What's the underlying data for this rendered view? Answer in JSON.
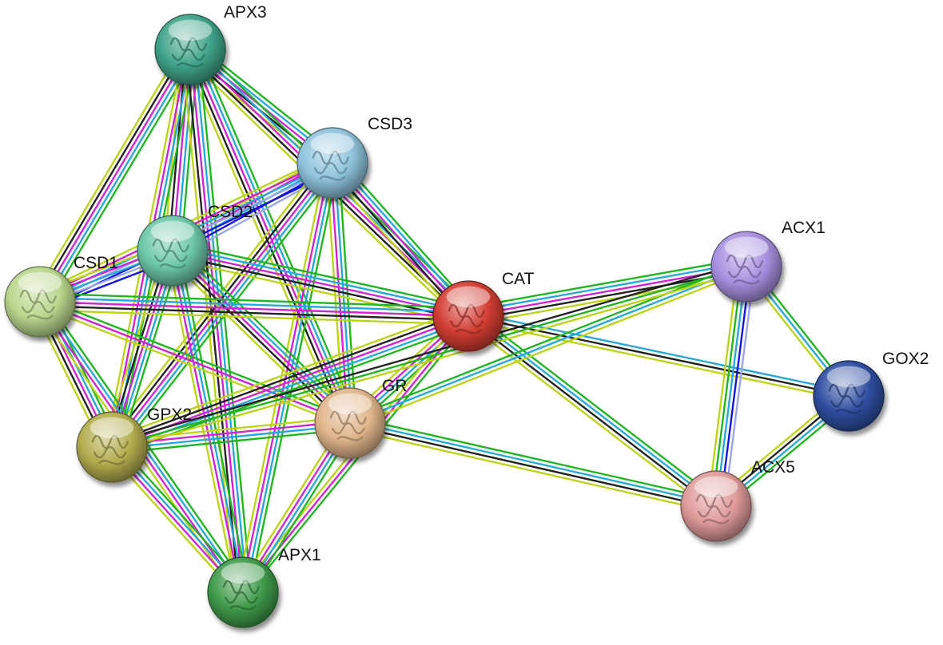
{
  "nodes": [
    {
      "id": "APX3",
      "label": "APX3",
      "color": "#3fa389"
    },
    {
      "id": "CSD3",
      "label": "CSD3",
      "color": "#8ec3dc"
    },
    {
      "id": "CSD2",
      "label": "CSD2",
      "color": "#6cc7a8"
    },
    {
      "id": "CSD1",
      "label": "CSD1",
      "color": "#b9d68c"
    },
    {
      "id": "CAT",
      "label": "CAT",
      "color": "#d23d32"
    },
    {
      "id": "ACX1",
      "label": "ACX1",
      "color": "#a890e0"
    },
    {
      "id": "GOX2",
      "label": "GOX2",
      "color": "#2f4ea0"
    },
    {
      "id": "GR",
      "label": "GR",
      "color": "#e0b58a"
    },
    {
      "id": "GPX2",
      "label": "GPX2",
      "color": "#b3ad4e"
    },
    {
      "id": "ACX5",
      "label": "ACX5",
      "color": "#df9a9a"
    },
    {
      "id": "APX1",
      "label": "APX1",
      "color": "#3f9a4a"
    }
  ],
  "edge_colors": {
    "green": "#22b522",
    "blue": "#1515e0",
    "lightblue": "#9aa6e8",
    "cyan": "#27a8d8",
    "magenta": "#d224d2",
    "black": "#222222",
    "yellow": "#bcd317"
  },
  "edges": [
    {
      "source": "APX3",
      "target": "CSD3",
      "channels": [
        "green",
        "cyan",
        "magenta",
        "black",
        "yellow"
      ]
    },
    {
      "source": "APX3",
      "target": "CSD2",
      "channels": [
        "green",
        "cyan",
        "magenta",
        "black",
        "yellow"
      ]
    },
    {
      "source": "APX3",
      "target": "CSD1",
      "channels": [
        "green",
        "cyan",
        "magenta",
        "black",
        "yellow"
      ]
    },
    {
      "source": "APX3",
      "target": "CAT",
      "channels": [
        "green",
        "cyan",
        "magenta",
        "black",
        "yellow"
      ]
    },
    {
      "source": "APX3",
      "target": "GR",
      "channels": [
        "green",
        "cyan",
        "magenta",
        "black",
        "yellow"
      ]
    },
    {
      "source": "APX3",
      "target": "GPX2",
      "channels": [
        "green",
        "cyan",
        "magenta",
        "yellow"
      ]
    },
    {
      "source": "APX3",
      "target": "APX1",
      "channels": [
        "green",
        "cyan",
        "magenta",
        "black",
        "yellow"
      ]
    },
    {
      "source": "CSD3",
      "target": "CSD2",
      "channels": [
        "lightblue",
        "blue",
        "cyan",
        "magenta",
        "yellow"
      ]
    },
    {
      "source": "CSD3",
      "target": "CSD1",
      "channels": [
        "blue",
        "lightblue",
        "cyan",
        "magenta",
        "yellow"
      ]
    },
    {
      "source": "CSD3",
      "target": "CAT",
      "channels": [
        "green",
        "cyan",
        "magenta",
        "black",
        "yellow"
      ]
    },
    {
      "source": "CSD3",
      "target": "GR",
      "channels": [
        "green",
        "cyan",
        "magenta",
        "yellow"
      ]
    },
    {
      "source": "CSD3",
      "target": "GPX2",
      "channels": [
        "green",
        "cyan",
        "magenta",
        "black",
        "yellow"
      ]
    },
    {
      "source": "CSD3",
      "target": "APX1",
      "channels": [
        "green",
        "cyan",
        "magenta",
        "yellow"
      ]
    },
    {
      "source": "CSD2",
      "target": "CSD1",
      "channels": [
        "blue",
        "lightblue",
        "cyan",
        "magenta",
        "yellow"
      ]
    },
    {
      "source": "CSD2",
      "target": "CAT",
      "channels": [
        "green",
        "cyan",
        "magenta",
        "black",
        "yellow"
      ]
    },
    {
      "source": "CSD2",
      "target": "GR",
      "channels": [
        "green",
        "cyan",
        "magenta",
        "black",
        "yellow"
      ]
    },
    {
      "source": "CSD2",
      "target": "GPX2",
      "channels": [
        "green",
        "cyan",
        "magenta",
        "black",
        "yellow"
      ]
    },
    {
      "source": "CSD2",
      "target": "APX1",
      "channels": [
        "green",
        "cyan",
        "magenta",
        "yellow"
      ]
    },
    {
      "source": "CSD1",
      "target": "CAT",
      "channels": [
        "green",
        "cyan",
        "magenta",
        "black",
        "yellow"
      ]
    },
    {
      "source": "CSD1",
      "target": "GR",
      "channels": [
        "green",
        "magenta",
        "yellow"
      ]
    },
    {
      "source": "CSD1",
      "target": "GPX2",
      "channels": [
        "green",
        "cyan",
        "magenta",
        "black",
        "yellow"
      ]
    },
    {
      "source": "CSD1",
      "target": "APX1",
      "channels": [
        "green",
        "cyan",
        "magenta",
        "yellow"
      ]
    },
    {
      "source": "CAT",
      "target": "GR",
      "channels": [
        "green",
        "cyan",
        "magenta",
        "yellow"
      ]
    },
    {
      "source": "CAT",
      "target": "GPX2",
      "channels": [
        "green",
        "cyan",
        "magenta",
        "black",
        "yellow"
      ]
    },
    {
      "source": "CAT",
      "target": "APX1",
      "channels": [
        "green",
        "magenta",
        "yellow"
      ]
    },
    {
      "source": "CAT",
      "target": "ACX1",
      "channels": [
        "green",
        "cyan",
        "magenta",
        "black",
        "yellow"
      ]
    },
    {
      "source": "CAT",
      "target": "GOX2",
      "channels": [
        "cyan",
        "black",
        "yellow"
      ]
    },
    {
      "source": "CAT",
      "target": "ACX5",
      "channels": [
        "green",
        "cyan",
        "black",
        "yellow"
      ]
    },
    {
      "source": "GR",
      "target": "GPX2",
      "channels": [
        "green",
        "cyan",
        "magenta",
        "yellow"
      ]
    },
    {
      "source": "GR",
      "target": "APX1",
      "channels": [
        "green",
        "cyan",
        "magenta",
        "yellow"
      ]
    },
    {
      "source": "GR",
      "target": "ACX1",
      "channels": [
        "green",
        "cyan",
        "yellow"
      ]
    },
    {
      "source": "GR",
      "target": "ACX5",
      "channels": [
        "green",
        "cyan",
        "black",
        "yellow"
      ]
    },
    {
      "source": "GPX2",
      "target": "APX1",
      "channels": [
        "green",
        "cyan",
        "magenta",
        "yellow"
      ]
    },
    {
      "source": "GPX2",
      "target": "ACX1",
      "channels": [
        "black",
        "green",
        "yellow"
      ]
    },
    {
      "source": "ACX1",
      "target": "GOX2",
      "channels": [
        "green",
        "cyan",
        "yellow"
      ]
    },
    {
      "source": "ACX1",
      "target": "ACX5",
      "channels": [
        "lightblue",
        "blue",
        "cyan",
        "green",
        "yellow"
      ]
    },
    {
      "source": "GOX2",
      "target": "ACX5",
      "channels": [
        "green",
        "cyan",
        "black",
        "yellow"
      ]
    }
  ]
}
